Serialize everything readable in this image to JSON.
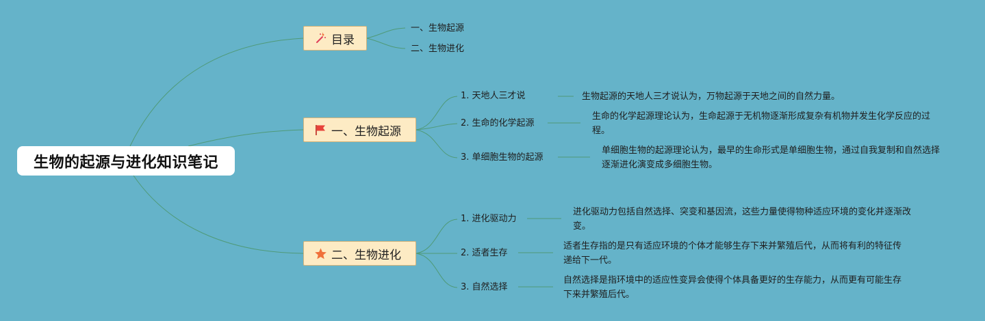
{
  "root": {
    "title": "生物的起源与进化知识笔记"
  },
  "branches": [
    {
      "label": "目录",
      "icon": "magic-wand-icon",
      "items": [
        {
          "label": "一、生物起源"
        },
        {
          "label": "二、生物进化"
        }
      ]
    },
    {
      "label": "一、生物起源",
      "icon": "red-flag-icon",
      "items": [
        {
          "label": "1. 天地人三才说",
          "desc": "生物起源的天地人三才说认为，万物起源于天地之间的自然力量。"
        },
        {
          "label": "2. 生命的化学起源",
          "desc": "生命的化学起源理论认为，生命起源于无机物逐渐形成复杂有机物并发生化学反应的过程。"
        },
        {
          "label": "3. 单细胞生物的起源",
          "desc": "单细胞生物的起源理论认为，最早的生命形式是单细胞生物，通过自我复制和自然选择逐渐进化演变成多细胞生物。"
        }
      ]
    },
    {
      "label": "二、生物进化",
      "icon": "orange-star-icon",
      "items": [
        {
          "label": "1. 进化驱动力",
          "desc": "进化驱动力包括自然选择、突变和基因流，这些力量使得物种适应环境的变化并逐渐改变。"
        },
        {
          "label": "2. 适者生存",
          "desc": "适者生存指的是只有适应环境的个体才能够生存下来并繁殖后代，从而将有利的特征传递给下一代。"
        },
        {
          "label": "3. 自然选择",
          "desc": "自然选择是指环境中的适应性变异会使得个体具备更好的生存能力，从而更有可能生存下来并繁殖后代。"
        }
      ]
    }
  ],
  "colors": {
    "background": "#65b3c9",
    "line": "#4f9a78",
    "node_fill": "#fdebc4",
    "node_border": "#d5b47a",
    "flag": "#e8433a",
    "star": "#f0703a",
    "wand": "#e0405a"
  }
}
